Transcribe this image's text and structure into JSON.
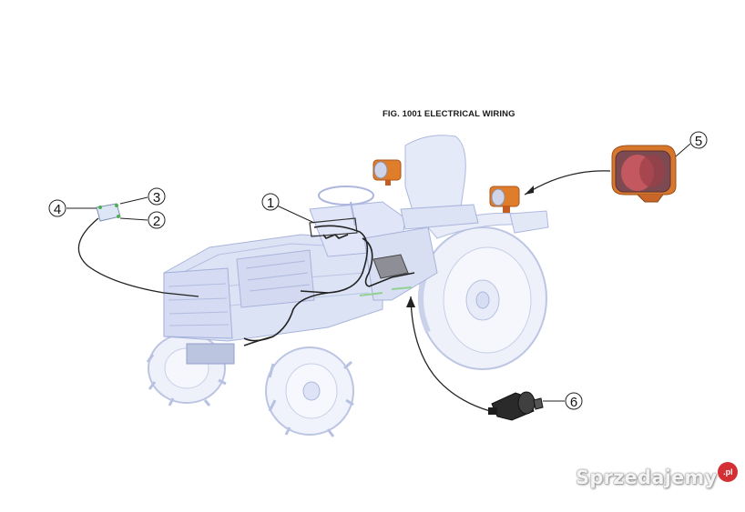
{
  "figure": {
    "title": "FIG. 1001 ELECTRICAL WIRING"
  },
  "callouts": [
    {
      "id": 1,
      "label": "1",
      "part": "main wiring harness"
    },
    {
      "id": 2,
      "label": "2",
      "part": "regulator connector"
    },
    {
      "id": 3,
      "label": "3",
      "part": "regulator connector"
    },
    {
      "id": 4,
      "label": "4",
      "part": "regulator"
    },
    {
      "id": 5,
      "label": "5",
      "part": "work lamp"
    },
    {
      "id": 6,
      "label": "6",
      "part": "socket"
    }
  ],
  "watermark": {
    "text": "Sprzedajemy",
    "badge": ".pl",
    "badge_color": "#d42f34"
  },
  "colors": {
    "tractor_ghost": "#c8d2ef",
    "tractor_outline": "#9aa7d6",
    "lamp_orange": "#e07d2a",
    "lamp_housing": "#c9602c",
    "wire": "#222222",
    "socket": "#2a2a2a"
  },
  "icons": [
    "tractor-illustration",
    "lamp-icon",
    "socket-icon",
    "regulator-icon"
  ]
}
